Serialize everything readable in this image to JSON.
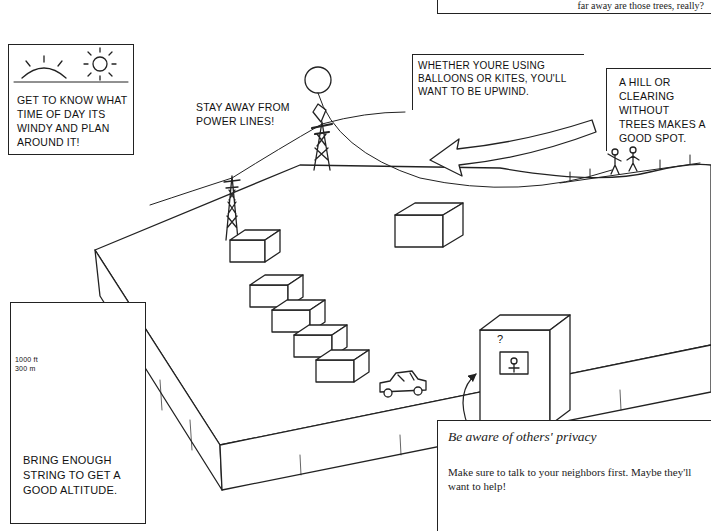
{
  "diagram": {
    "nodes": [
      {
        "text": [
          "far away are those trees, really?"
        ]
      },
      {
        "text": [
          "GET TO KNOW WHAT TIME OF DAY ITS WINDY AND PLAN AROUND IT!"
        ]
      },
      {
        "text": [
          "WHETHER YOURE USING BALLOONS OR KITES, YOU'LL WANT TO BE UPWIND."
        ]
      },
      {
        "text": [
          "A HILL OR CLEARING WITHOUT TREES MAKES A GOOD SPOT."
        ]
      },
      {
        "text": [
          "1000 ft 300 m",
          "BRING ENOUGH STRING TO GET A GOOD ALTITUDE."
        ]
      },
      {
        "text": [
          "Be aware of others' privacy",
          "Make sure to talk to your neighbors first. Maybe they'll want to help!"
        ]
      }
    ],
    "labels": [
      "STAY AWAY FROM POWER LINES!",
      "?"
    ]
  }
}
